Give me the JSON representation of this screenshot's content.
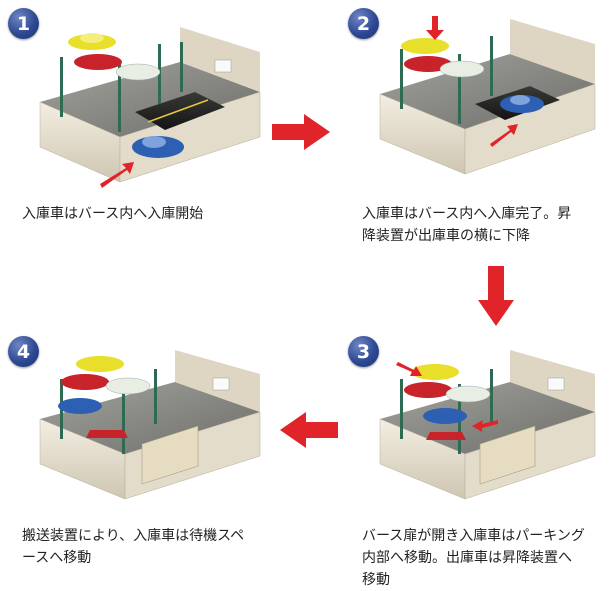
{
  "colors": {
    "badge": "#2e4a94",
    "arrow": "#e0242a",
    "wall": "#ece6d6",
    "floor": "#8a8a86",
    "pillar": "#2f6b52",
    "car_yellow": "#e8df2a",
    "car_red": "#c8232b",
    "car_white": "#e8eee4",
    "car_blue": "#2d5fb3"
  },
  "steps": [
    {
      "number": "1",
      "caption": "入庫車はバース内へ入庫開始"
    },
    {
      "number": "2",
      "caption": "入庫車はバース内へ入庫完了。昇\n降装置が出庫車の横に下降"
    },
    {
      "number": "3",
      "caption": "バース扉が開き入庫車はパーキング\n内部へ移動。出庫車は昇降装置へ\n移動"
    },
    {
      "number": "4",
      "caption": "搬送装置により、入庫車は待機スペ\nースへ移動"
    }
  ],
  "flow_arrows": [
    {
      "from": "1",
      "to": "2",
      "icon": "arrow-right-icon"
    },
    {
      "from": "2",
      "to": "3",
      "icon": "arrow-down-icon"
    },
    {
      "from": "3",
      "to": "4",
      "icon": "arrow-left-icon"
    }
  ]
}
